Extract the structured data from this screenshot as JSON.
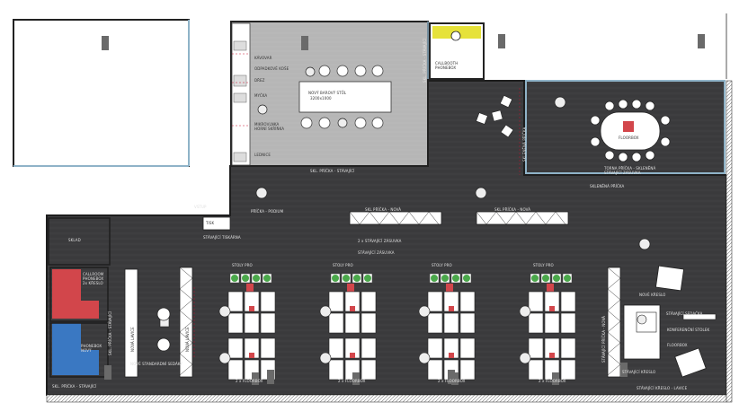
{
  "title": "",
  "colors": {
    "floor_dark": "#3a3a3c",
    "floor_light": "#b8b8b8",
    "wall": "#1e1e1e",
    "glass": "#8fb3c8",
    "red_room": "#d2464b",
    "blue_room": "#3a78c2",
    "yellow": "#e6e23a",
    "plant": "#4aa84a",
    "dim_red": "#c8102e"
  },
  "labels": {
    "kavovar": "KÁVOVAR",
    "odpadkove_kose": "ODPADKOVÉ KOŠE",
    "drez": "DŘEZ",
    "mycka": "MYČKA",
    "mikrovlnka": "MIKROVLNKA",
    "horni_skrinka": "HORNÍ SKŘÍŇKA",
    "lednice": "LEDNICE",
    "bar_table": "NOVÝ BAROVÝ STŮL",
    "bar_table_size": "3200x1000",
    "call_room": "CALLBOOTH",
    "call_room_sub": "PHONEBOX",
    "floorbox": "FLOORBOX",
    "meeting_note_1": "TORNA PŘÍČKA - SKLENĚNÁ",
    "meeting_note_2": "STÁVAJÍCÍ ZÁSUVKA",
    "glass_partition": "SKLENĚNÁ PŘÍČKA",
    "podium": "PŘÍČKA - PODIUM",
    "bench_left": "NOVÁ LAVICE",
    "bench_right": "NOVÁ LAVICE",
    "desk_note_1": "2 x STÁVAJÍCÍ ZÁSUVKA",
    "desk_note_2": "STÁVAJÍCÍ ZÁSUVKA",
    "cluster_1": "STOLY PRO",
    "cluster_2": "STOLY PRO",
    "cluster_3": "STOLY PRO",
    "cluster_4": "STOLY PRO",
    "floorbox_1": "2 x FLOORBOX",
    "floorbox_2": "2 x FLOORBOX",
    "floorbox_3": "2 x FLOORBOX",
    "floorbox_4": "2 x FLOORBOX",
    "sklad": "SKLAD",
    "tisk": "TISK",
    "tisk_sub": "STÁVAJÍCÍ TISKÁRNA",
    "red_room": "CALLROOM",
    "red_room_sub": "PHONEBOX",
    "red_room_sub2": "2x KŘESLO",
    "blue_room": "PHONEBOX",
    "blue_room_sub": "NOVÝ",
    "pod_lavice": "NOVÉ STANDARDNÍ SEDÁKY",
    "lounge_1": "NOVÉ KŘESLO",
    "lounge_2": "STÁVAJÍCÍ SEDAČKA",
    "lounge_3": "KONFERENČNÍ STOLEK",
    "lounge_4": "FLOORBOX",
    "lounge_5": "STÁVAJÍCÍ KŘESLO",
    "vertical_left": "SKL. PŘÍČKA - STÁVAJÍCÍ",
    "vertical_right": "STÁVAJÍCÍ PŘÍČKA - NOVÁ",
    "vertical_kitchen": "SKL. PŘÍČKA - STÁVAJÍCÍ",
    "vertical_meeting": "SKLENĚNÁ PŘÍČKA",
    "corridor_1": "SKL PŘÍČKA - NOVÁ",
    "corridor_2": "SKL PŘÍČKA - NOVÁ",
    "entrance": "VSTUP",
    "top_note": "SKL. PŘÍČKA - STÁVAJÍCÍ",
    "bottom_note": "SKL. PŘÍČKA - STÁVAJÍCÍ",
    "lounge_bottom": "STÁVAJÍCÍ KŘESLO - LAVICE"
  }
}
